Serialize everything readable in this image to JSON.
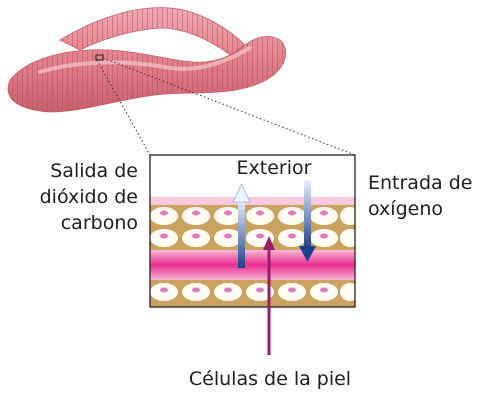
{
  "diagram": {
    "label_co2": [
      "Salida de",
      "dióxido de",
      "carbono"
    ],
    "label_o2": [
      "Entrada de",
      "oxígeno"
    ],
    "label_exterior": "Exterior",
    "label_cells": "Células de la piel"
  },
  "colors": {
    "worm_body": "#e5858f",
    "worm_ring": "#c4606c",
    "worm_highlight": "#f2b3ba",
    "cell_fill": "#fffdf3",
    "cell_nucleus": "#e27bbf",
    "tissue_tan": "#c9a35f",
    "pink_band": "#ea2d8e",
    "pink_light": "#f7b8d6",
    "arrow_out": "#2a4f9a",
    "arrow_pointer": "#9c1b6b",
    "border": "#222222"
  }
}
